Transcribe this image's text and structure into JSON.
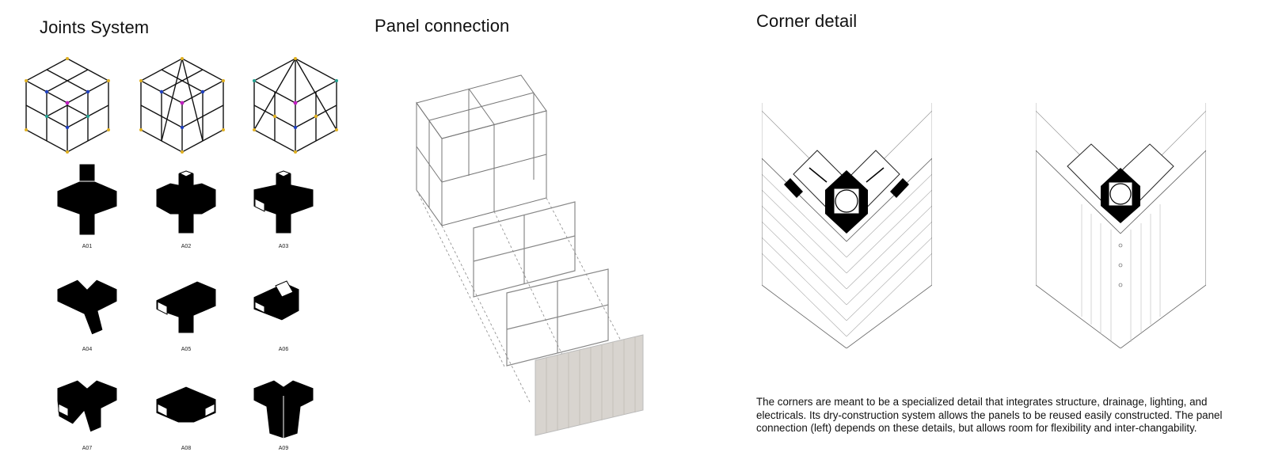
{
  "sections": {
    "joints_title": "Joints System",
    "panel_title": "Panel connection",
    "corner_title": "Corner detail"
  },
  "joints": [
    {
      "label": "A01"
    },
    {
      "label": "A02"
    },
    {
      "label": "A03"
    },
    {
      "label": "A04"
    },
    {
      "label": "A05"
    },
    {
      "label": "A06"
    },
    {
      "label": "A07"
    },
    {
      "label": "A08"
    },
    {
      "label": "A09"
    }
  ],
  "description": "The corners are meant to be a specialized detail that integrates structure, drainage, lighting, and electricals. Its dry-construction system allows the panels to be reused easily constructed. The panel connection (left) depends on these details, but allows room for flexibility and inter-changability.",
  "colors": {
    "ink": "#111111",
    "wood": "#d8d4cf",
    "node_yellow": "#e0b020",
    "node_blue": "#2040c0",
    "node_magenta": "#c020c0",
    "node_teal": "#20a090"
  }
}
